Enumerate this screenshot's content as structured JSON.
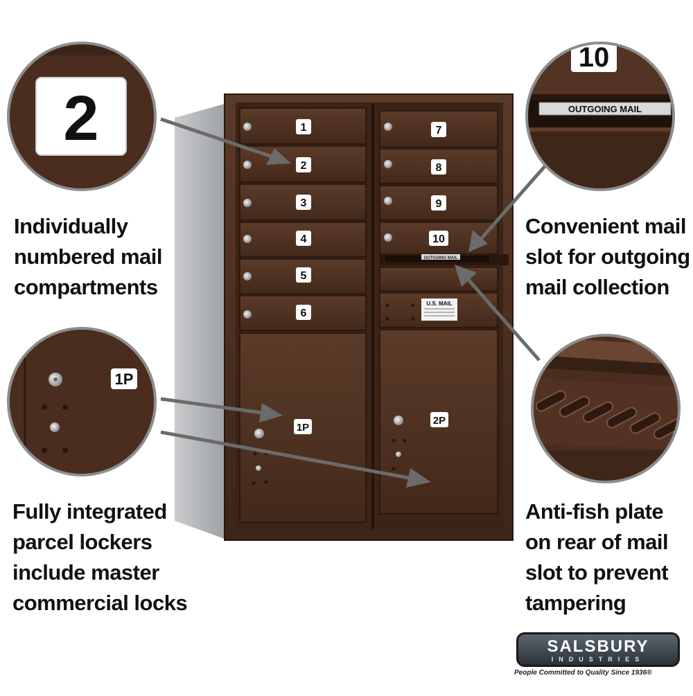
{
  "captions": {
    "top_left": [
      "Individually",
      "numbered mail",
      "compartments"
    ],
    "top_right": [
      "Convenient mail",
      "slot for outgoing",
      "mail collection"
    ],
    "bottom_left": [
      "Fully integrated",
      "parcel lockers",
      "include master",
      "commercial locks"
    ],
    "bottom_right": [
      "Anti-fish plate",
      "on rear of mail",
      "slot to prevent",
      "tampering"
    ]
  },
  "mailbox": {
    "left_doors": [
      "1",
      "2",
      "3",
      "4",
      "5",
      "6"
    ],
    "right_doors": [
      "7",
      "8",
      "9",
      "10"
    ],
    "parcel_left": "1P",
    "parcel_right": "2P",
    "slot_label": "OUTGOING MAIL",
    "usps_label": "U.S. MAIL"
  },
  "zoom": {
    "number_tag": "2",
    "parcel_tag": "1P",
    "slot_number": "10",
    "slot_label": "OUTGOING MAIL"
  },
  "logo": {
    "brand": "SALSBURY",
    "sub": "INDUSTRIES",
    "tagline": "People Committed to Quality Since 1936®"
  },
  "colors": {
    "bronze": "#4a2d1e",
    "bronze_dark": "#2e1a10",
    "zoom_ring": "#8d8d8d"
  }
}
